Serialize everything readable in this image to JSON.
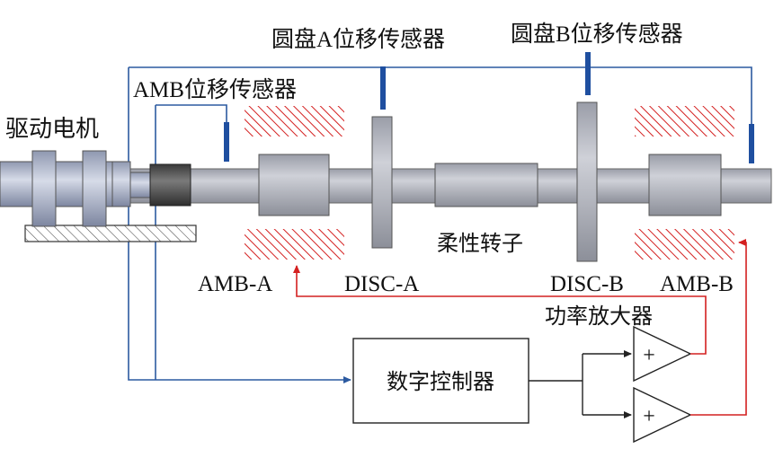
{
  "labels": {
    "motor": "驱动电机",
    "amb_sensor": "AMB位移传感器",
    "disc_a_sensor": "圆盘A位移传感器",
    "disc_b_sensor": "圆盘B位移传感器",
    "rotor": "柔性转子",
    "amb_a": "AMB-A",
    "disc_a": "DISC-A",
    "disc_b": "DISC-B",
    "amb_b": "AMB-B",
    "power_amp": "功率放大器",
    "controller": "数字控制器",
    "amp_symbol": "+"
  },
  "colors": {
    "signal_line": "#2c5aa0",
    "drive_line": "#d42020",
    "sensor": "#1f4fa0",
    "bearing_hatch": "#d42020",
    "shaft": "#a9acb8",
    "outline": "#222222"
  }
}
